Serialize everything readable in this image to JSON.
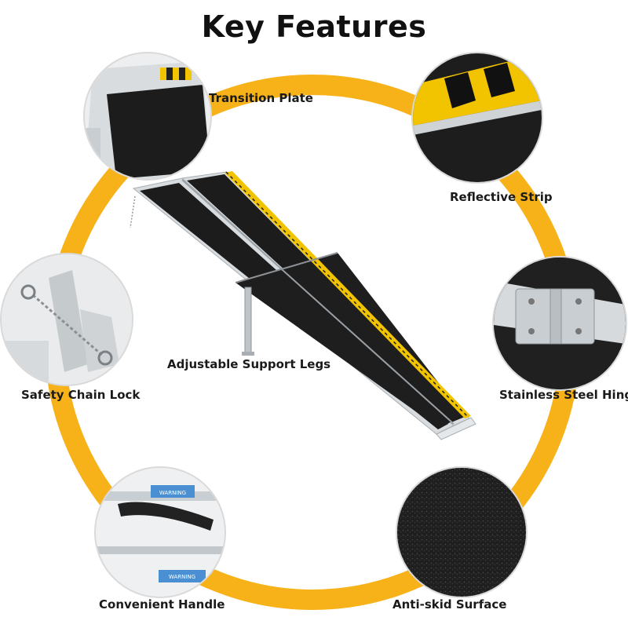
{
  "title": "Key Features",
  "features": {
    "transition_plate": "Transition Plate",
    "reflective_strip": "Reflective Strip",
    "safety_chain_lock": "Safety Chain Lock",
    "stainless_steel_hinge": "Stainless Steel Hinge",
    "adjustable_support_legs": "Adjustable Support Legs",
    "convenient_handle": "Convenient Handle",
    "anti_skid_surface": "Anti-skid Surface"
  },
  "warning_text": "WARNING",
  "colors": {
    "ring": "#f7b21a",
    "ramp_surface": "#1b1b1b",
    "aluminum": "#d9dde0",
    "reflective_yellow": "#f2c400"
  }
}
